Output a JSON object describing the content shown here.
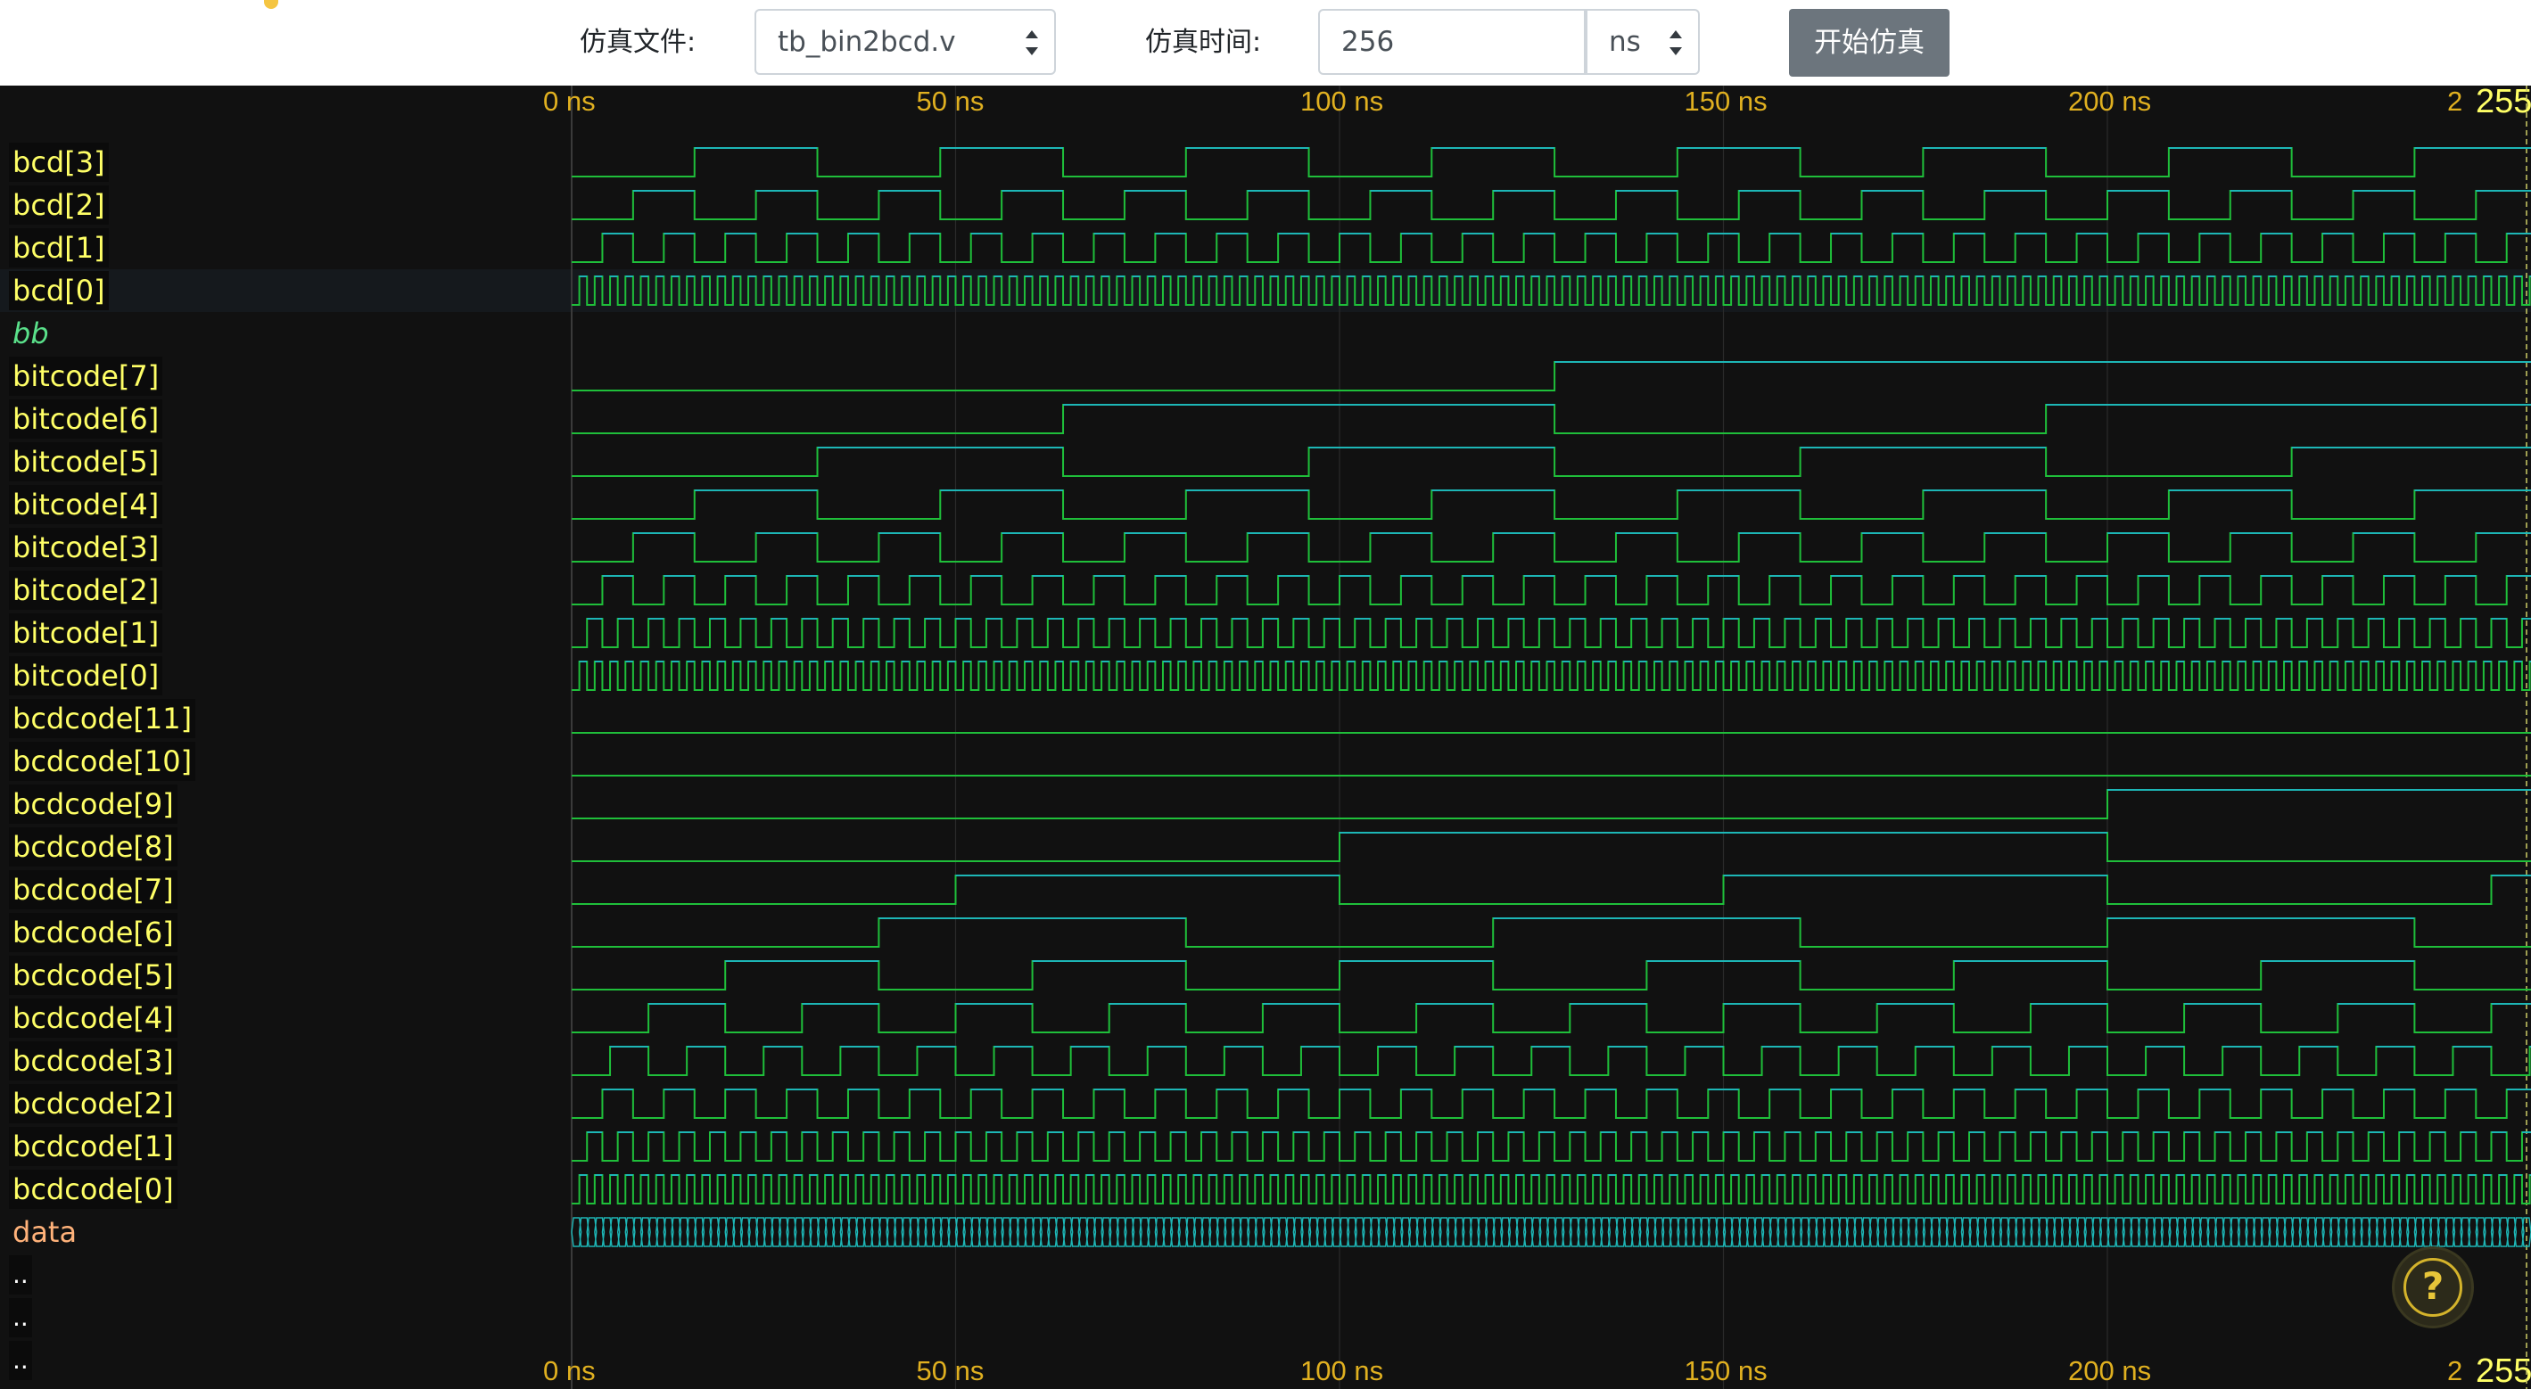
{
  "toolbar": {
    "file_label": "仿真文件:",
    "file_value": "tb_bin2bcd.v",
    "time_label": "仿真时间:",
    "time_value": "256",
    "unit_value": "ns",
    "start_label": "开始仿真"
  },
  "timeline": {
    "ticks": [
      "0 ns",
      "50 ns",
      "100 ns",
      "150 ns",
      "200 ns",
      "2"
    ],
    "cursor_label": "255"
  },
  "signals": [
    {
      "name": "bcd[3]",
      "kind": "bit",
      "period": 32
    },
    {
      "name": "bcd[2]",
      "kind": "bit",
      "period": 16
    },
    {
      "name": "bcd[1]",
      "kind": "bit",
      "period": 8
    },
    {
      "name": "bcd[0]",
      "kind": "bit",
      "period": 2
    },
    {
      "name": "bb",
      "kind": "scope"
    },
    {
      "name": "bitcode[7]",
      "kind": "bit",
      "period": 256
    },
    {
      "name": "bitcode[6]",
      "kind": "bit",
      "period": 128
    },
    {
      "name": "bitcode[5]",
      "kind": "bit",
      "period": 64
    },
    {
      "name": "bitcode[4]",
      "kind": "bit",
      "period": 32
    },
    {
      "name": "bitcode[3]",
      "kind": "bit",
      "period": 16
    },
    {
      "name": "bitcode[2]",
      "kind": "bit",
      "period": 8
    },
    {
      "name": "bitcode[1]",
      "kind": "bit",
      "period": 4
    },
    {
      "name": "bitcode[0]",
      "kind": "bit",
      "period": 2
    },
    {
      "name": "bcdcode[11]",
      "kind": "bit",
      "period": 0
    },
    {
      "name": "bcdcode[10]",
      "kind": "bit",
      "period": 0
    },
    {
      "name": "bcdcode[9]",
      "kind": "bit",
      "period": 400
    },
    {
      "name": "bcdcode[8]",
      "kind": "bit",
      "period": 200
    },
    {
      "name": "bcdcode[7]",
      "kind": "bit",
      "period": 100
    },
    {
      "name": "bcdcode[6]",
      "kind": "bit",
      "period": 80
    },
    {
      "name": "bcdcode[5]",
      "kind": "bit",
      "period": 40
    },
    {
      "name": "bcdcode[4]",
      "kind": "bit",
      "period": 20
    },
    {
      "name": "bcdcode[3]",
      "kind": "bit",
      "period": 10
    },
    {
      "name": "bcdcode[2]",
      "kind": "bit",
      "period": 8
    },
    {
      "name": "bcdcode[1]",
      "kind": "bit",
      "period": 4
    },
    {
      "name": "bcdcode[0]",
      "kind": "bit",
      "period": 2
    },
    {
      "name": "data",
      "kind": "bus"
    },
    {
      "name": "..",
      "kind": "dot"
    },
    {
      "name": "..",
      "kind": "dot"
    },
    {
      "name": "..",
      "kind": "dot"
    }
  ],
  "colors": {
    "wave_green": "#1fbf3a",
    "wave_teal": "#1db6b6",
    "label_yellow": "#ffff66",
    "tick_orange": "#e0b020",
    "grid": "#2a2a2a"
  },
  "help_icon": "question-circle-icon",
  "help_glyph": "?"
}
